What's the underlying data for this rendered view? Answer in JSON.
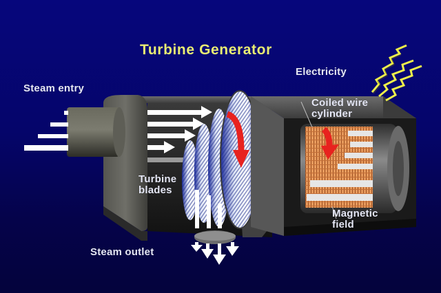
{
  "diagram": {
    "title": "Turbine Generator",
    "labels": {
      "steam_entry": "Steam entry",
      "electricity": "Electricity",
      "coiled_wire_line1": "Coiled wire",
      "coiled_wire_line2": "cylinder",
      "turbine_blades_line1": "Turbine",
      "turbine_blades_line2": "blades",
      "magnetic_field_line1": "Magnetic",
      "magnetic_field_line2": "field",
      "steam_outlet": "Steam outlet"
    },
    "colors": {
      "background_top": "#06067c",
      "background_bottom": "#04033c",
      "title": "#e8ec72",
      "label": "#e4e6f4",
      "rotation_arrow": "#e8221e",
      "electricity_bolt": "#eef04a",
      "coil": "#d9844a",
      "housing": "#5a5a5a"
    },
    "components": [
      "steam-inlet-pipe",
      "turbine-housing",
      "turbine-blades",
      "shaft",
      "generator-housing",
      "coiled-wire-cylinder",
      "magnets",
      "steam-outlet"
    ]
  }
}
